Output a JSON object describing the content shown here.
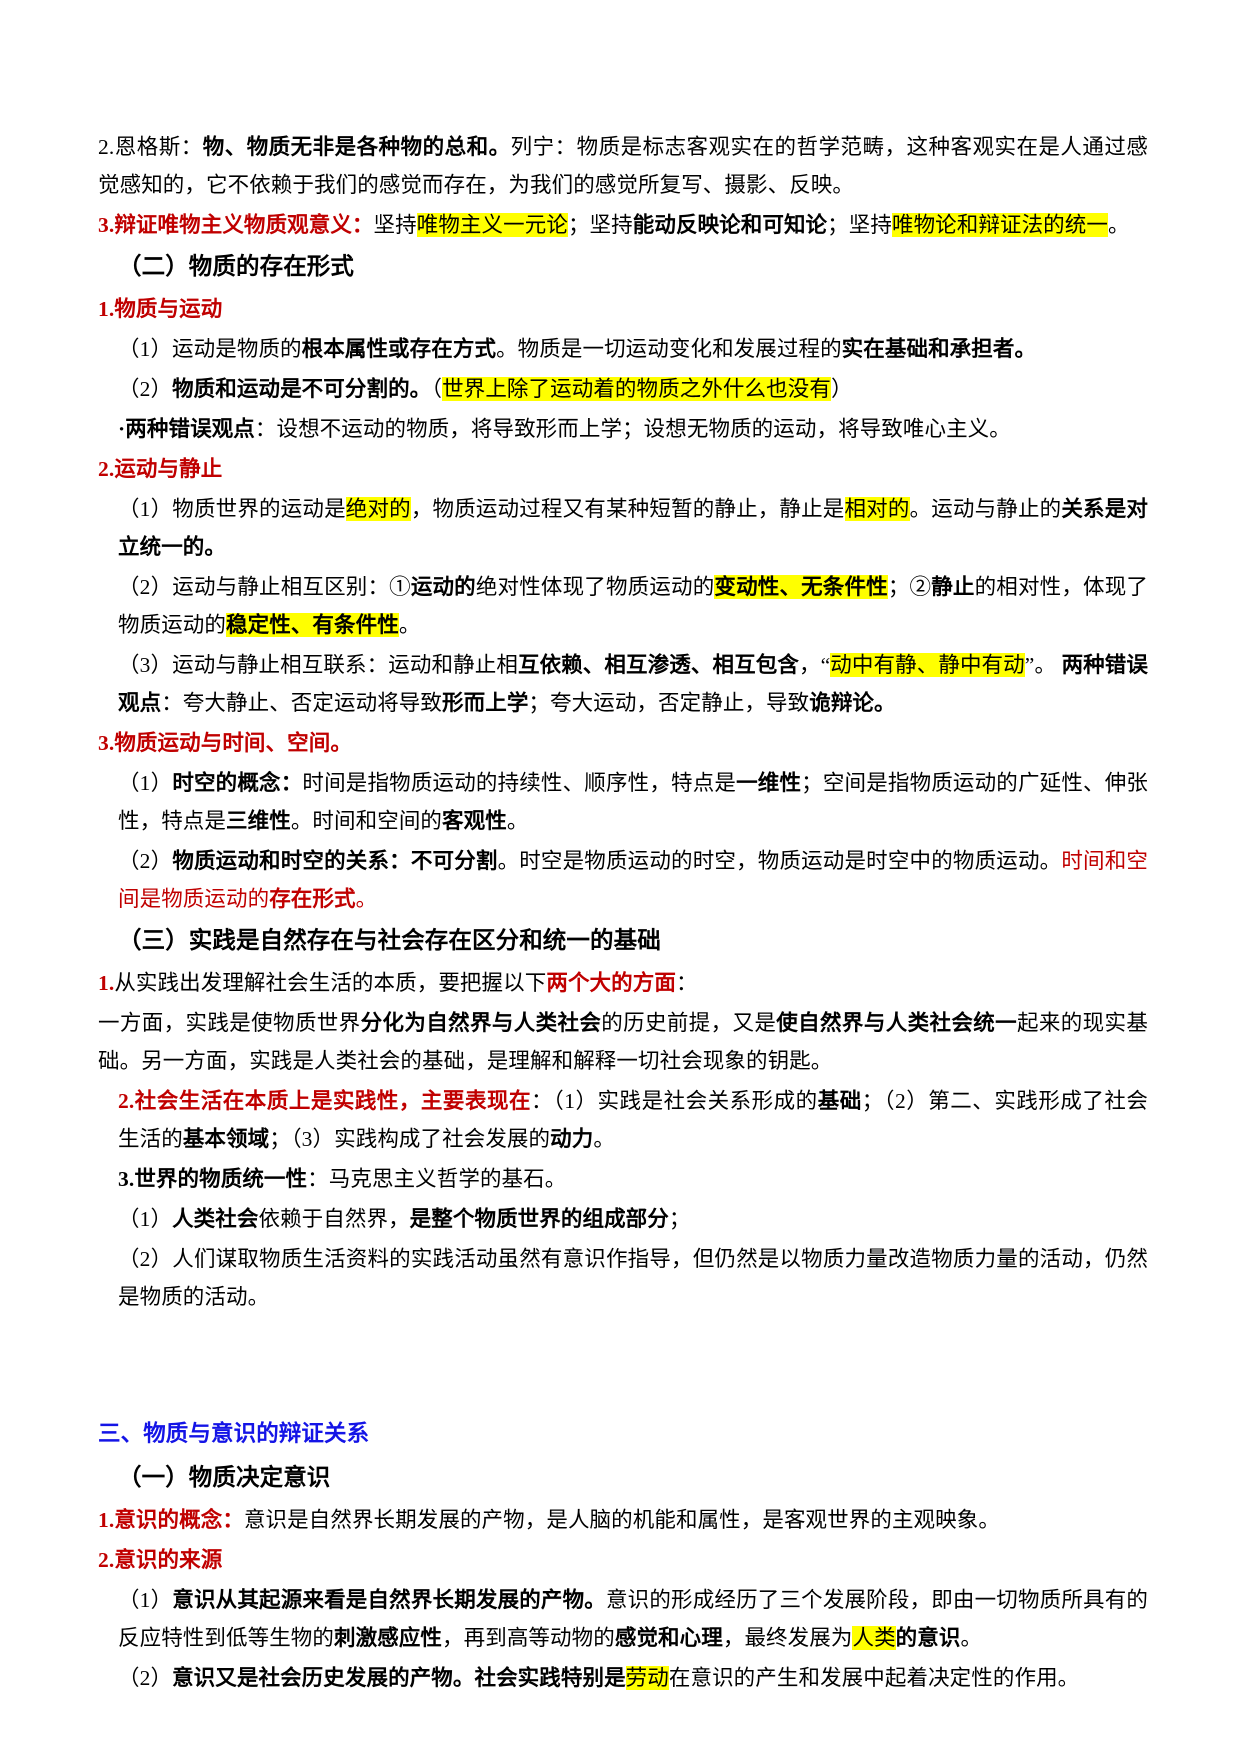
{
  "document": {
    "colors": {
      "red": "#c00000",
      "blue": "#1414e6",
      "highlight": "#ffff00",
      "text": "#000000",
      "background": "#ffffff"
    },
    "blocks": {
      "b1_num": "2.",
      "b1_label": "恩格斯：",
      "b1_bold1": "物、物质无非是各种物的总和。",
      "b1_rest1": "列宁：物质是标志客观实在的哲学范畴，这种客观实在是人通过感觉感知的，它不依赖于我们的感觉而存在，为我们的感觉所复写、摄影、反映。",
      "b2_red": "3.辩证唯物主义物质观意义：",
      "b2_t1": "坚持",
      "b2_hl1": "唯物主义一元论",
      "b2_t2": "；坚持",
      "b2_b1": "能动反映论和可知论",
      "b2_t3": "；坚持",
      "b2_hl2": "唯物论和辩证法的统一",
      "b2_t4": "。",
      "h_er": "（二）物质的存在形式",
      "b3_red": "1.物质与运动",
      "b4_t1": "（1）运动是物质的",
      "b4_b1": "根本属性或存在方式",
      "b4_t2": "。物质是一切运动变化和发展过程的",
      "b4_b2": "实在基础和承担者。",
      "b5_t1": "（2）",
      "b5_b1": "物质和运动是不可分割的。",
      "b5_t2": "（",
      "b5_hl": "世界上除了运动着的物质之外什么也没有",
      "b5_t3": "）",
      "b6_b1": "·两种错误观点",
      "b6_t1": "：设想不运动的物质，将导致形而上学；设想无物质的运动，将导致唯心主义。",
      "b7_red": "2.运动与静止",
      "b8_t1": "（1）物质世界的运动是",
      "b8_hl1": "绝对的",
      "b8_t2": "，物质运动过程又有某种短暂的静止，静止是",
      "b8_hl2": "相对的",
      "b8_t3": "。运动与静止的",
      "b8_b1": "关系是对立统一的。",
      "b9_t1": "（2）运动与静止相互区别：①",
      "b9_b1": "运动的",
      "b9_t2": "绝对性体现了物质运动的",
      "b9_hl1": "变动性、无条件性",
      "b9_t3": "；②",
      "b9_b2": "静止",
      "b9_t4": "的相对性，体现了物质运动的",
      "b9_hl2": "稳定性、有条件性",
      "b9_t5": "。",
      "b10_t1": "（3）运动与静止相互联系：运动和静止相",
      "b10_b1": "互依赖、相互渗透、相互包含",
      "b10_t2": "，“",
      "b10_hl": "动中有静、静中有动",
      "b10_t3": "”。 ",
      "b10_b2": "两种错误观点",
      "b10_t4": "：夸大静止、否定运动将导致",
      "b10_b3": "形而上学",
      "b10_t5": "；夸大运动，否定静止，导致",
      "b10_b4": "诡辩论。",
      "b11_red": "3.物质运动与时间、空间。",
      "b12_t1": "（1）",
      "b12_b1": "时空的概念：",
      "b12_t2": "时间是指物质运动的持续性、顺序性，特点是",
      "b12_b2": "一维性",
      "b12_t3": "；空间是指物质运动的广延性、伸张性，特点是",
      "b12_b3": "三维性",
      "b12_t4": "。时间和空间的",
      "b12_b4": "客观性",
      "b12_t5": "。",
      "b13_t1": "（2）",
      "b13_b1": "物质运动和时空的关系：不可分割",
      "b13_t2": "。时空是物质运动的时空，物质运动是时空中的物质运动。",
      "b13_red1": "时间和空间是物质运动的",
      "b13_redb": "存在形式",
      "b13_red2": "。",
      "h_san": "（三）实践是自然存在与社会存在区分和统一的基础",
      "b14_red": "1.",
      "b14_t1": "从实践出发理解社会生活的本质，要把握以下",
      "b14_redb": "两个大的方面",
      "b14_t2": "：",
      "b15_t1": "一方面，实践是使物质世界",
      "b15_b1": "分化为自然界与人类社会",
      "b15_t2": "的历史前提，又是",
      "b15_b2": "使自然界与人类社会统一",
      "b15_t3": "起来的现实基础。另一方面，实践是人类社会的基础，是理解和解释一切社会现象的钥匙。",
      "b16_red": "2.社会生活在本质上是实践性，主要表现在",
      "b16_t1": "：（1）实践是社会关系形成的",
      "b16_b1": "基础",
      "b16_t2": "；（2）第二、实践形成了社会生活的",
      "b16_b2": "基本领域",
      "b16_t3": "；（3）实践构成了社会发展的",
      "b16_b3": "动力",
      "b16_t4": "。",
      "b17_b1": "3.世界的物质统一性",
      "b17_t1": "：马克思主义哲学的基石。",
      "b18_t1": "（1）",
      "b18_b1": "人类社会",
      "b18_t2": "依赖于自然界，",
      "b18_b2": "是整个物质世界的组成部分",
      "b18_t3": "；",
      "b19_t1": "（2）人们谋取物质生活资料的实践活动虽然有意识作指导，但仍然是以物质力量改造物质力量的活动，仍然是物质的活动。",
      "h_blue": "三、物质与意识的辩证关系",
      "h_yi": "（一）物质决定意识",
      "b20_red": "1.意识的概念：",
      "b20_t1": "意识是自然界长期发展的产物，是人脑的机能和属性，是客观世界的主观映象。",
      "b21_red": "2.意识的来源",
      "b22_t1": "（1）",
      "b22_b1": "意识从其起源来看是自然界长期发展的产物。",
      "b22_t2": "意识的形成经历了三个发展阶段，即由一切物质所具有的反应特性到低等生物的",
      "b22_b2": "刺激感应性",
      "b22_t3": "，再到高等动物的",
      "b22_b3": "感觉和心理",
      "b22_t4": "，最终发展为",
      "b22_hl": "人类",
      "b22_b4": "的意识",
      "b22_t5": "。",
      "b23_t1": "（2）",
      "b23_b1": "意识又是社会历史发展的产物。社会实践特别是",
      "b23_hl": "劳动",
      "b23_t2": "在意识的产生和发展中起着决定性的作用。"
    }
  }
}
